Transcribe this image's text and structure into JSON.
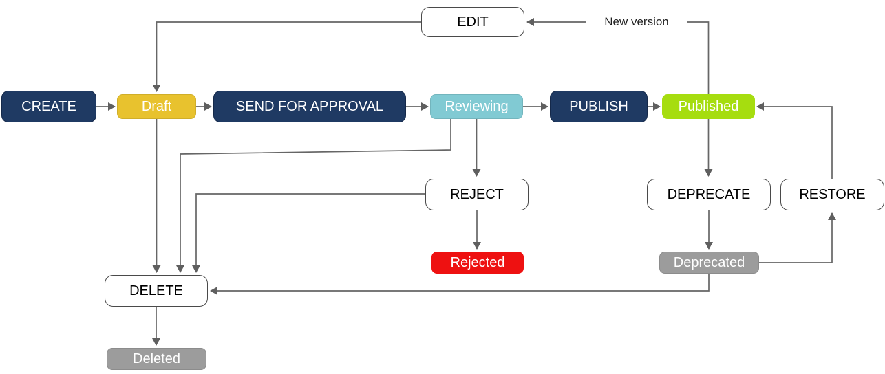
{
  "diagram": {
    "background": "#ffffff",
    "edge_color": "#666666",
    "edge_label": {
      "new_version": "New version"
    }
  },
  "palette": {
    "action_navy": "#1f3a63",
    "draft_gold": "#e8c22e",
    "reviewing_teal": "#81cad3",
    "published_lime": "#a6dd0f",
    "rejected_red": "#ee1111",
    "archived_gray": "#9c9c9c",
    "outline_box_fill": "#ffffff",
    "outline_box_border": "#4a4a4a",
    "edge_gray": "#666666"
  },
  "nodes": {
    "create": {
      "label": "CREATE",
      "kind": "action",
      "fill": "#1f3a63",
      "text_color": "#ffffff"
    },
    "draft": {
      "label": "Draft",
      "kind": "state",
      "fill": "#e8c22e",
      "text_color": "#ffffff"
    },
    "send_for_approval": {
      "label": "SEND FOR APPROVAL",
      "kind": "action",
      "fill": "#1f3a63",
      "text_color": "#ffffff"
    },
    "reviewing": {
      "label": "Reviewing",
      "kind": "state",
      "fill": "#81cad3",
      "text_color": "#ffffff"
    },
    "publish": {
      "label": "PUBLISH",
      "kind": "action",
      "fill": "#1f3a63",
      "text_color": "#ffffff"
    },
    "published": {
      "label": "Published",
      "kind": "state",
      "fill": "#a6dd0f",
      "text_color": "#ffffff"
    },
    "edit": {
      "label": "EDIT",
      "kind": "outline",
      "fill": "#ffffff",
      "text_color": "#000000"
    },
    "reject": {
      "label": "REJECT",
      "kind": "outline",
      "fill": "#ffffff",
      "text_color": "#000000"
    },
    "rejected": {
      "label": "Rejected",
      "kind": "state",
      "fill": "#ee1111",
      "text_color": "#ffffff"
    },
    "deprecate": {
      "label": "DEPRECATE",
      "kind": "outline",
      "fill": "#ffffff",
      "text_color": "#000000"
    },
    "restore": {
      "label": "RESTORE",
      "kind": "outline",
      "fill": "#ffffff",
      "text_color": "#000000"
    },
    "deprecated": {
      "label": "Deprecated",
      "kind": "state",
      "fill": "#9c9c9c",
      "text_color": "#ffffff"
    },
    "delete": {
      "label": "DELETE",
      "kind": "outline",
      "fill": "#ffffff",
      "text_color": "#000000"
    },
    "deleted": {
      "label": "Deleted",
      "kind": "state",
      "fill": "#9c9c9c",
      "text_color": "#ffffff"
    }
  },
  "edges": [
    {
      "from": "CREATE",
      "to": "Draft"
    },
    {
      "from": "Draft",
      "to": "SEND FOR APPROVAL"
    },
    {
      "from": "SEND FOR APPROVAL",
      "to": "Reviewing"
    },
    {
      "from": "Reviewing",
      "to": "PUBLISH"
    },
    {
      "from": "PUBLISH",
      "to": "Published"
    },
    {
      "from": "Published",
      "to": "EDIT",
      "label": "New version"
    },
    {
      "from": "EDIT",
      "to": "Draft"
    },
    {
      "from": "Reviewing",
      "to": "REJECT"
    },
    {
      "from": "REJECT",
      "to": "Rejected"
    },
    {
      "from": "Published",
      "to": "DEPRECATE"
    },
    {
      "from": "DEPRECATE",
      "to": "Deprecated"
    },
    {
      "from": "Deprecated",
      "to": "RESTORE"
    },
    {
      "from": "RESTORE",
      "to": "Published"
    },
    {
      "from": "Draft",
      "to": "DELETE"
    },
    {
      "from": "Reviewing",
      "to": "DELETE"
    },
    {
      "from": "REJECT",
      "to": "DELETE"
    },
    {
      "from": "Deprecated",
      "to": "DELETE"
    },
    {
      "from": "DELETE",
      "to": "Deleted"
    }
  ]
}
